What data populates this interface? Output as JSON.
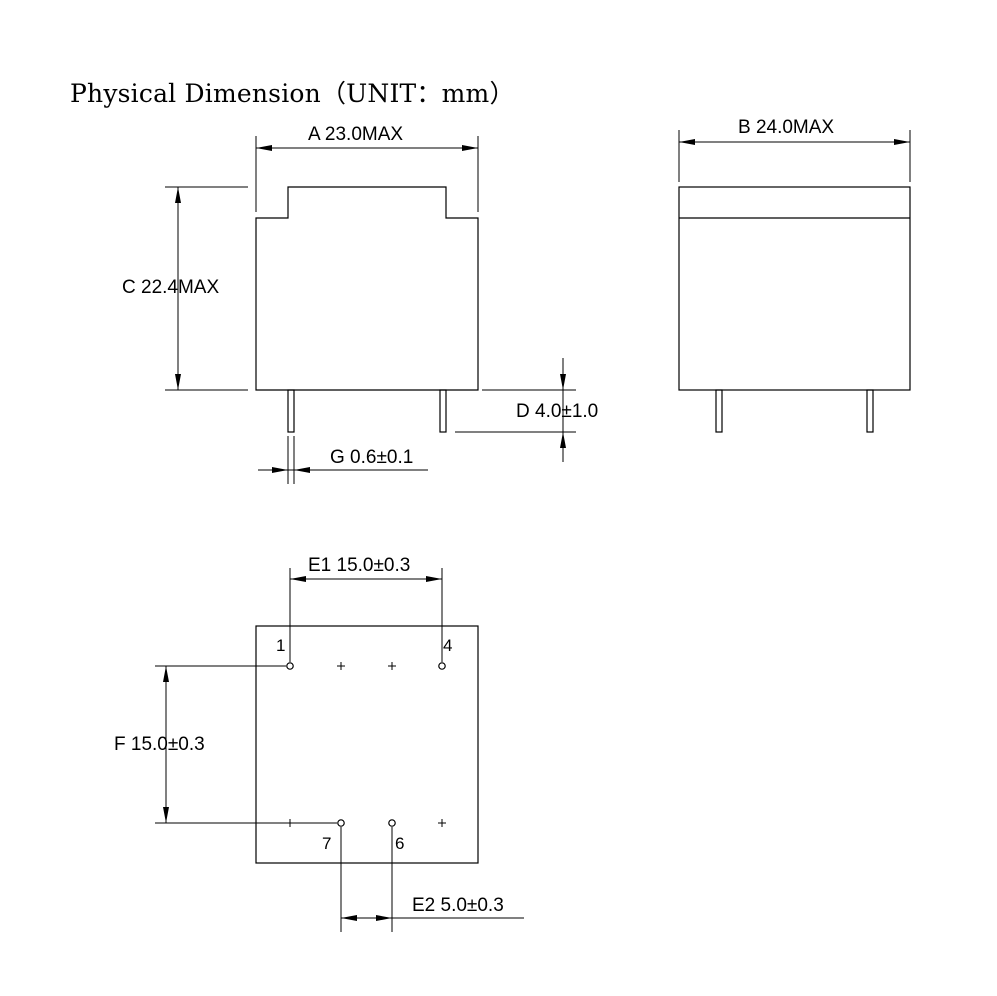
{
  "title": "Physical Dimension（UNIT：mm）",
  "dimensions": {
    "A": "A  23.0MAX",
    "B": "B 24.0MAX",
    "C": "C 22.4MAX",
    "D": "D 4.0±1.0",
    "G": "G 0.6±0.1",
    "E1": "E1 15.0±0.3",
    "F": "F 15.0±0.3",
    "E2": "E2 5.0±0.3"
  },
  "pins": {
    "p1": "1",
    "p4": "4",
    "p7": "7",
    "p6": "6"
  }
}
